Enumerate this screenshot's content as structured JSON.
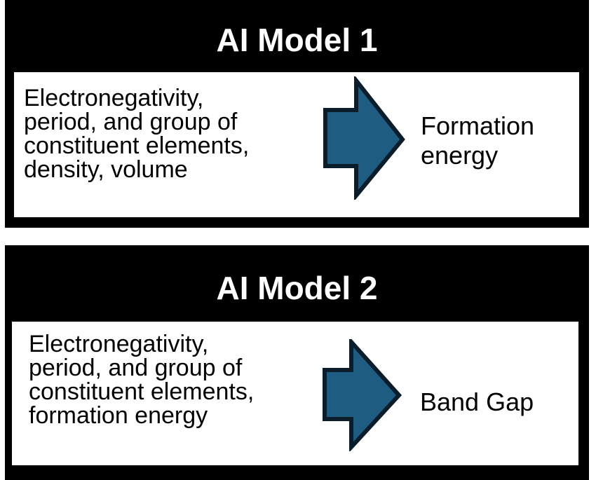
{
  "colors": {
    "panel": "#000000",
    "arrow_fill": "#1f5c82",
    "arrow_stroke": "#0b1d2b",
    "title_text": "#ffffff"
  },
  "models": [
    {
      "title": "AI Model 1",
      "input_lines": [
        "Electronegativity,",
        "period, and group of",
        "constituent elements,",
        "density, volume"
      ],
      "arrow_icon": "right-arrow-icon",
      "output_lines": [
        "Formation",
        "energy"
      ]
    },
    {
      "title": "AI Model 2",
      "input_lines": [
        "Electronegativity,",
        "period, and group of",
        "constituent elements,",
        "formation energy"
      ],
      "arrow_icon": "right-arrow-icon",
      "output_lines": [
        "Band Gap"
      ]
    }
  ]
}
